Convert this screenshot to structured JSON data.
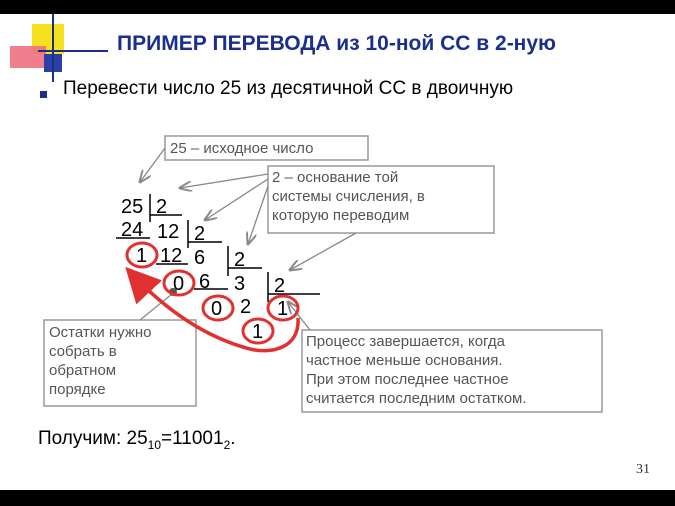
{
  "slide": {
    "title": "ПРИМЕР ПЕРЕВОДА из 10-ной СС в 2-ную",
    "bullet": "Перевести число 25 из десятичной СС в двоичную",
    "page_number": "31",
    "accent_color": "#1a2f8c",
    "highlight_color": "#e03030"
  },
  "diagram": {
    "division_cells": {
      "c25": "25",
      "c2a": "2",
      "c24": "24",
      "c12a": "12",
      "c2b": "2",
      "c1a": "1",
      "c12b": "12",
      "c6a": "6",
      "c2c": "2",
      "c0a": "0",
      "c6b": "6",
      "c3": "3",
      "c2d": "2",
      "c0b": "0",
      "c2e": "2",
      "c1b": "1",
      "c1c": "1"
    },
    "callouts": {
      "source_number": [
        "25 – исходное число"
      ],
      "base": [
        "2 – основание той",
        "системы счисления, в",
        "которую переводим"
      ],
      "remainders": [
        "Остатки нужно",
        "собрать в",
        "обратном",
        "порядке"
      ],
      "process": [
        "Процесс завершается, когда",
        "частное меньше основания.",
        "При этом последнее частное",
        "считается последним остатком."
      ]
    }
  },
  "result": {
    "prefix": "Получим: 25",
    "base_from": "10",
    "eq": "=11001",
    "base_to": "2",
    "suffix": "."
  }
}
